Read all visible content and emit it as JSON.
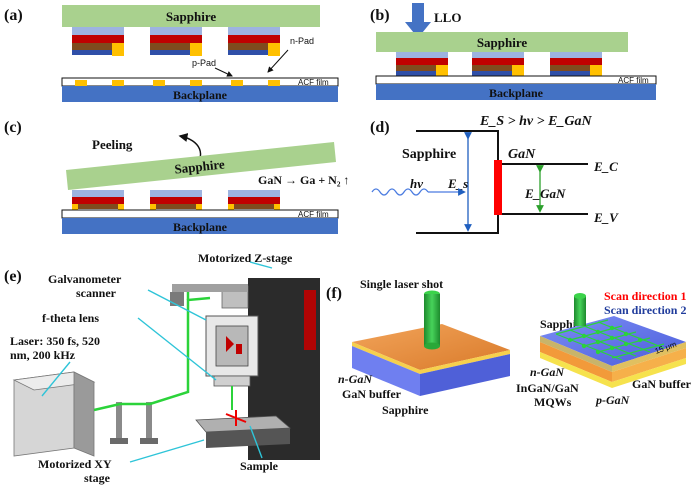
{
  "panels": {
    "a": {
      "tag": "(a)",
      "sapphire": "Sapphire",
      "n_pad": "n-Pad",
      "p_pad": "p-Pad",
      "acf": "ACF film",
      "backplane": "Backplane"
    },
    "b": {
      "tag": "(b)",
      "llo": "LLO",
      "sapphire": "Sapphire",
      "acf": "ACF film",
      "backplane": "Backplane"
    },
    "c": {
      "tag": "(c)",
      "peeling": "Peeling",
      "sapphire": "Sapphire",
      "reaction": "GaN → Ga + N₂ ↑",
      "acf": "ACF film",
      "backplane": "Backplane"
    },
    "d": {
      "tag": "(d)",
      "condition": "E_S > hν > E_GaN",
      "sapphire": "Sapphire",
      "gan": "GaN",
      "hv": "hν",
      "es": "E_s",
      "egan": "E_GaN",
      "ec": "E_C",
      "ev": "E_V"
    },
    "e": {
      "tag": "(e)",
      "galvanometer": [
        "Galvanometer",
        "scanner"
      ],
      "ftheta": "f-theta lens",
      "laser": [
        "Laser: 350 fs, 520",
        "nm, 200 kHz"
      ],
      "zstage": "Motorized Z-stage",
      "xystage": [
        "Motorized XY",
        "stage"
      ],
      "sample": "Sample"
    },
    "f": {
      "tag": "(f)",
      "single_shot": "Single laser shot",
      "left_layers": [
        "n-GaN",
        "GaN buffer",
        "Sapphire"
      ],
      "scan1": "Scan direction 1",
      "scan2": "Scan direction 2",
      "sapphire": "Sapphire",
      "n_gan": "n-GaN",
      "mqw": [
        "InGaN/GaN",
        "MQWs"
      ],
      "p_gan": "p-GaN",
      "buffer": "GaN buffer",
      "pitch": "15 μm"
    }
  },
  "colors": {
    "sapphire": "#a9d18e",
    "backplane": "#4472c4",
    "acf": "#ffffff",
    "pad": "#ffc000",
    "ngan": "#9db3e0",
    "mqw": "#c00000",
    "pgan": "#7f4b1e",
    "red_bar": "#ff0000",
    "scan1": "#ff0000",
    "scan2": "#203c9c"
  }
}
